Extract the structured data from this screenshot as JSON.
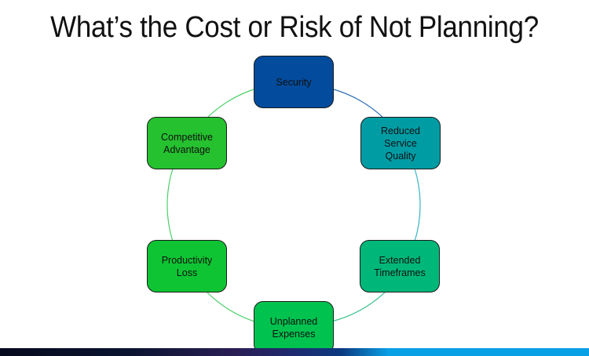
{
  "title": "What’s the Cost or Risk of Not Planning?",
  "cycle": {
    "nodes": [
      {
        "label": "Security",
        "color": "#034b9c"
      },
      {
        "label": "Reduced Service Quality",
        "color": "#009ca4"
      },
      {
        "label": "Extended Timeframes",
        "color": "#00b77a"
      },
      {
        "label": "Unplanned Expenses",
        "color": "#00c24f"
      },
      {
        "label": "Productivity Loss",
        "color": "#0ec433"
      },
      {
        "label": "Competitive Advantage",
        "color": "#25c12f"
      }
    ]
  },
  "colors": {
    "ring_blue": "#2e6fb5",
    "ring_teal": "#36b5c6",
    "ring_green": "#4ccf6a",
    "banner_dark": "#060a1e",
    "banner_blue": "#0aa0e6"
  }
}
